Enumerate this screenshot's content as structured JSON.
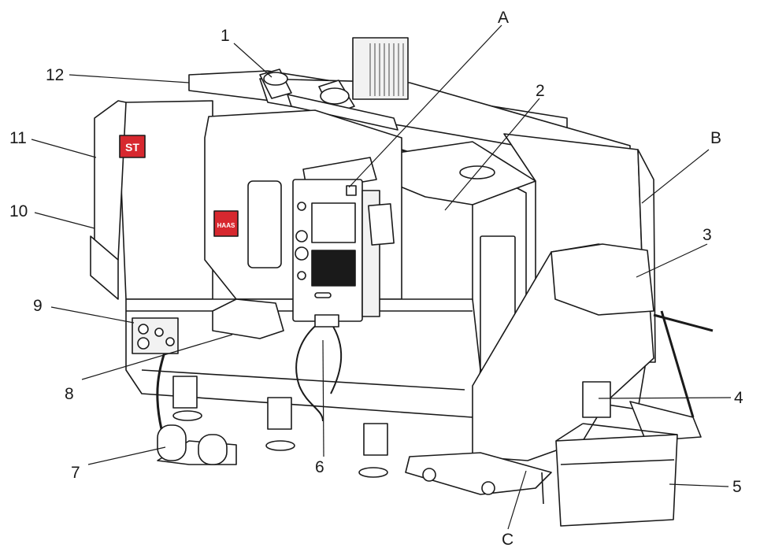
{
  "callouts": [
    {
      "id": "1",
      "text": "1"
    },
    {
      "id": "2",
      "text": "2"
    },
    {
      "id": "3",
      "text": "3"
    },
    {
      "id": "4",
      "text": "4"
    },
    {
      "id": "5",
      "text": "5"
    },
    {
      "id": "6",
      "text": "6"
    },
    {
      "id": "7",
      "text": "7"
    },
    {
      "id": "8",
      "text": "8"
    },
    {
      "id": "9",
      "text": "9"
    },
    {
      "id": "10",
      "text": "10"
    },
    {
      "id": "11",
      "text": "11"
    },
    {
      "id": "12",
      "text": "12"
    },
    {
      "id": "A",
      "text": "A"
    },
    {
      "id": "B",
      "text": "B"
    },
    {
      "id": "C",
      "text": "C"
    }
  ],
  "logos": {
    "st_badge": "ST",
    "haas_badge": "HAAS"
  },
  "colors": {
    "ink": "#1a1a1a",
    "machine_fill": "#ffffff",
    "panel_shade": "#f2f2f2",
    "badge_red": "#d7282f"
  }
}
